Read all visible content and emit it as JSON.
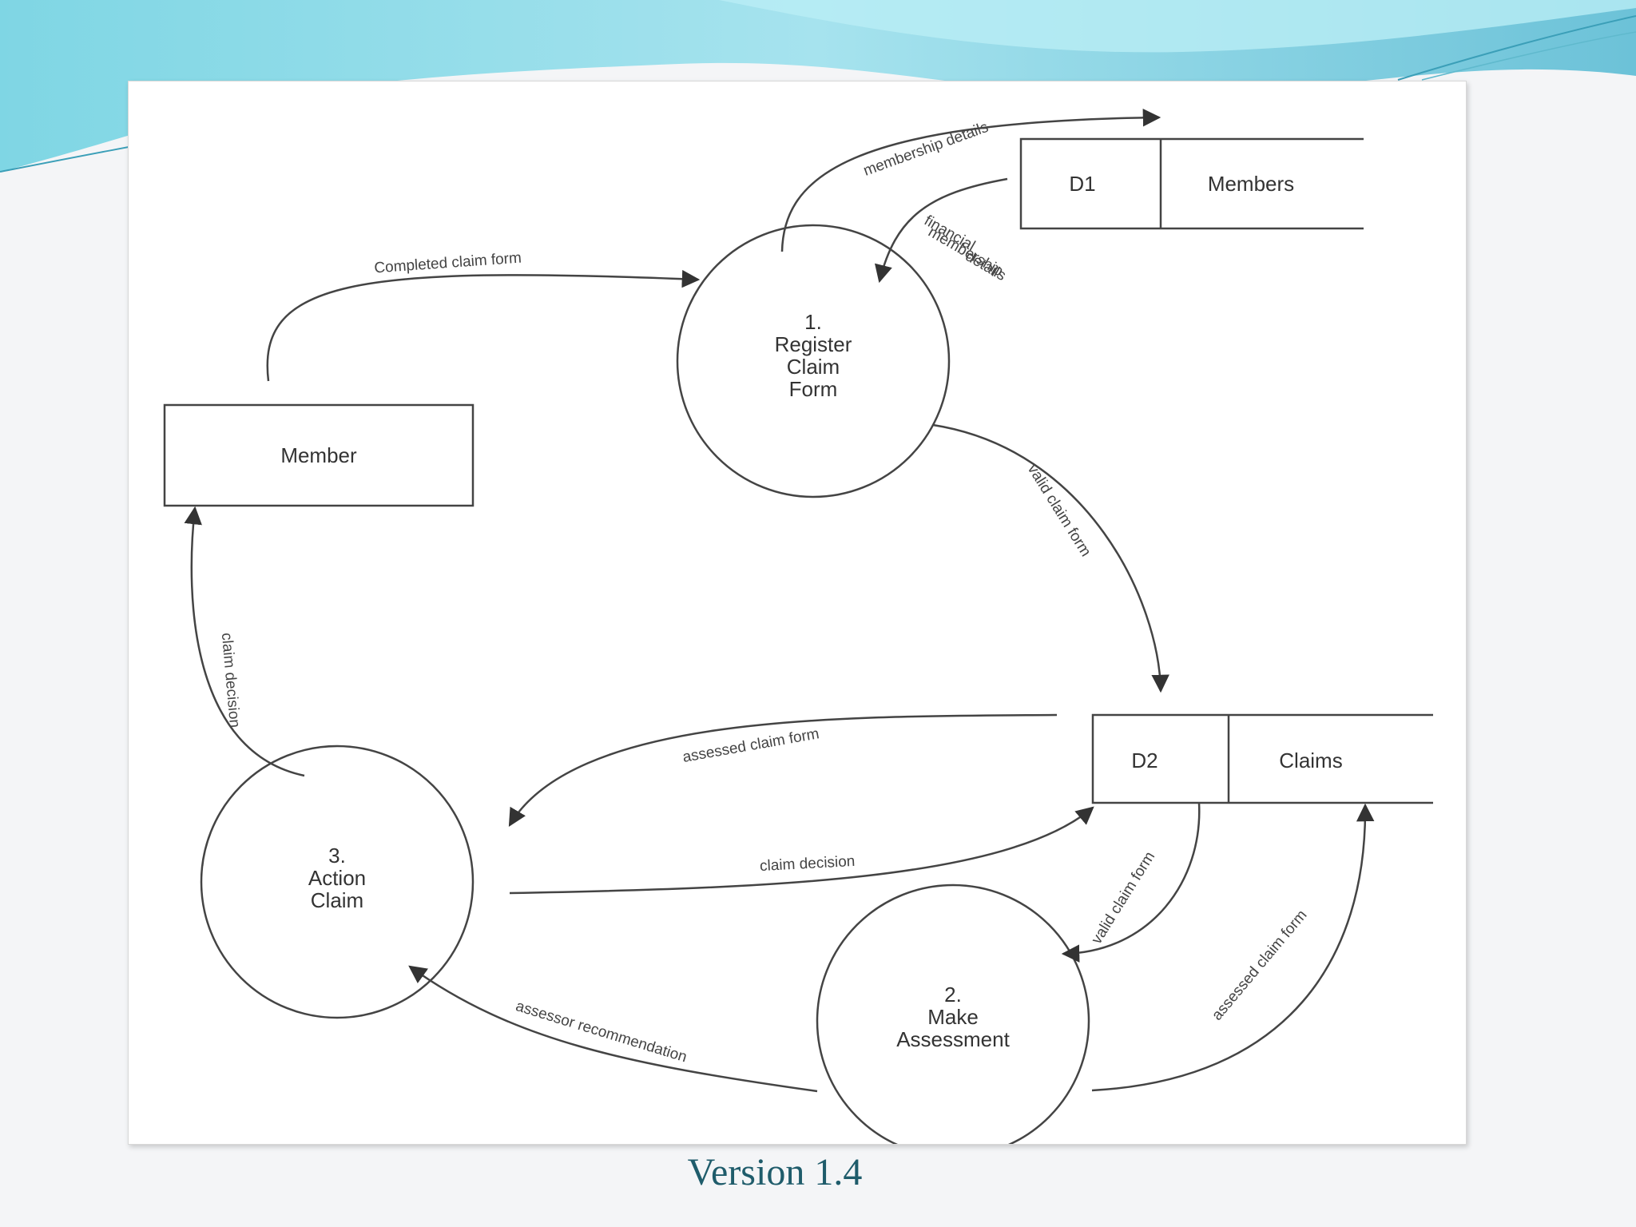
{
  "footer": {
    "version": "Version 1.4"
  },
  "colors": {
    "accent": "#1f5c6b",
    "wave_light": "#8fdbe6",
    "wave_dark": "#5ab3cc"
  },
  "diagram": {
    "processes": [
      {
        "number": "1.",
        "line1": "Register",
        "line2": "Claim",
        "line3": "Form"
      },
      {
        "number": "2.",
        "line1": "Make",
        "line2": "Assessment"
      },
      {
        "number": "3.",
        "line1": "Action",
        "line2": "Claim"
      }
    ],
    "entities": [
      {
        "label": "Member"
      }
    ],
    "stores": [
      {
        "id": "D1",
        "name": "Members"
      },
      {
        "id": "D2",
        "name": "Claims"
      }
    ],
    "flows": {
      "membership_details": "membership details",
      "financial_membership_details_l1": "financial",
      "financial_membership_details_l2": "membership",
      "financial_membership_details_l3": "details",
      "completed_claim_form": "Completed claim form",
      "valid_claim_form_1": "valid claim form",
      "valid_claim_form_2": "valid claim form",
      "assessed_claim_form_1": "assessed claim form",
      "assessed_claim_form_2": "assessed claim form",
      "claim_decision_1": "claim decision",
      "claim_decision_2": "claim decision",
      "assessor_recommendation": "assessor recommendation"
    }
  }
}
